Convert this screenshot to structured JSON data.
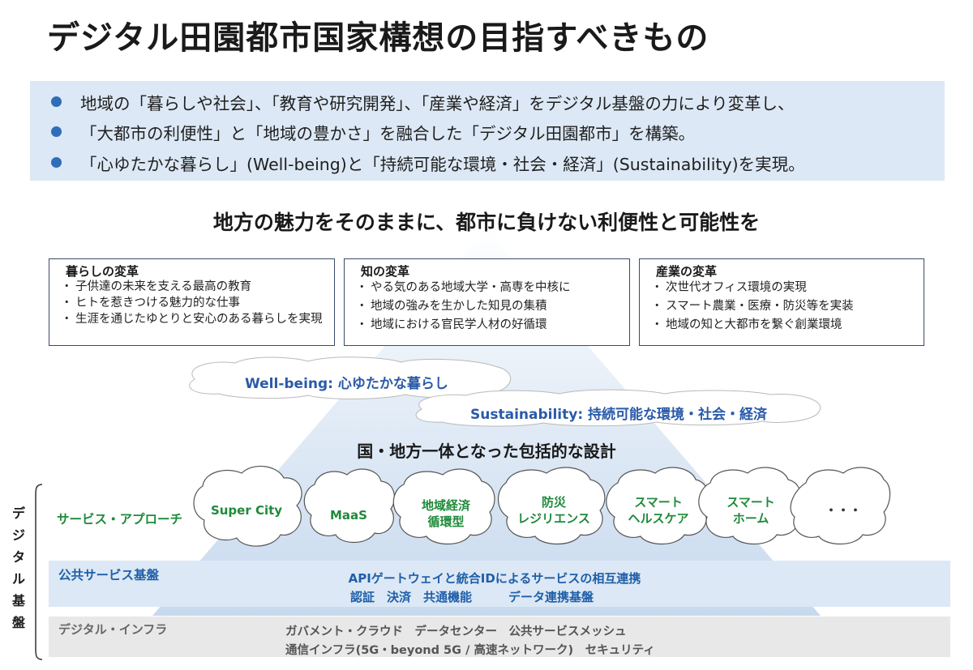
{
  "title": "デジタル田園都市国家構想の目指すべきもの",
  "bullets": [
    "地域の「暮らしや社会」、「教育や研究開発」、「産業や経済」をデジタル基盤の力により変革し、",
    "「大都市の利便性」と「地域の豊かさ」を融合した「デジタル田園都市」を構築。",
    "「心ゆたかな暮らし」(Well-being)と「持続可能な環境・社会・経済」(Sustainability)を実現。"
  ],
  "slogan": "地方の魅力をそのままに、都市に負けない利便性と可能性を",
  "reforms": [
    {
      "title": "暮らしの変革",
      "items": [
        "子供達の未来を支える最高の教育",
        "ヒトを惹きつける魅力的な仕事",
        "生涯を通じたゆとりと安心のある暮らしを実現"
      ]
    },
    {
      "title": "知の変革",
      "items": [
        "やる気のある地域大学・高専を中核に",
        "地域の強みを生かした知見の集積",
        "地域における官民学人材の好循環"
      ]
    },
    {
      "title": "産業の変革",
      "items": [
        "次世代オフィス環境の実現",
        "スマート農業・医療・防災等を実装",
        "地域の知と大都市を繋ぐ創業環境"
      ]
    }
  ],
  "clouds": {
    "wellbeing": "Well-being: 心ゆたかな暮らし",
    "sustainability": "Sustainability: 持続可能な環境・社会・経済"
  },
  "design": "国・地方一体となった包括的な設計",
  "service_approach_label": "サービス・アプローチ",
  "services": [
    "Super City",
    "MaaS",
    "地域経済\n循環型",
    "防災\nレジリエンス",
    "スマート\nヘルスケア",
    "スマート\nホーム",
    "・・・"
  ],
  "public_service": {
    "label": "公共サービス基盤",
    "line1": "APIゲートウェイと統合IDによるサービスの相互連携",
    "line2": "認証　決済　共通機能　　　データ連携基盤"
  },
  "infra": {
    "label": "デジタル・インフラ",
    "line1": "ガバメント・クラウド　データセンター　公共サービスメッシュ",
    "line2": "通信インフラ(5G・beyond 5G / 高速ネットワーク)　セキュリティ"
  },
  "side_label": "デジタル基盤",
  "colors": {
    "accent_blue": "#2e6db8",
    "green": "#1f8a3a",
    "band_blue": "#dce8f5",
    "band_gray": "#e8e8e8"
  }
}
